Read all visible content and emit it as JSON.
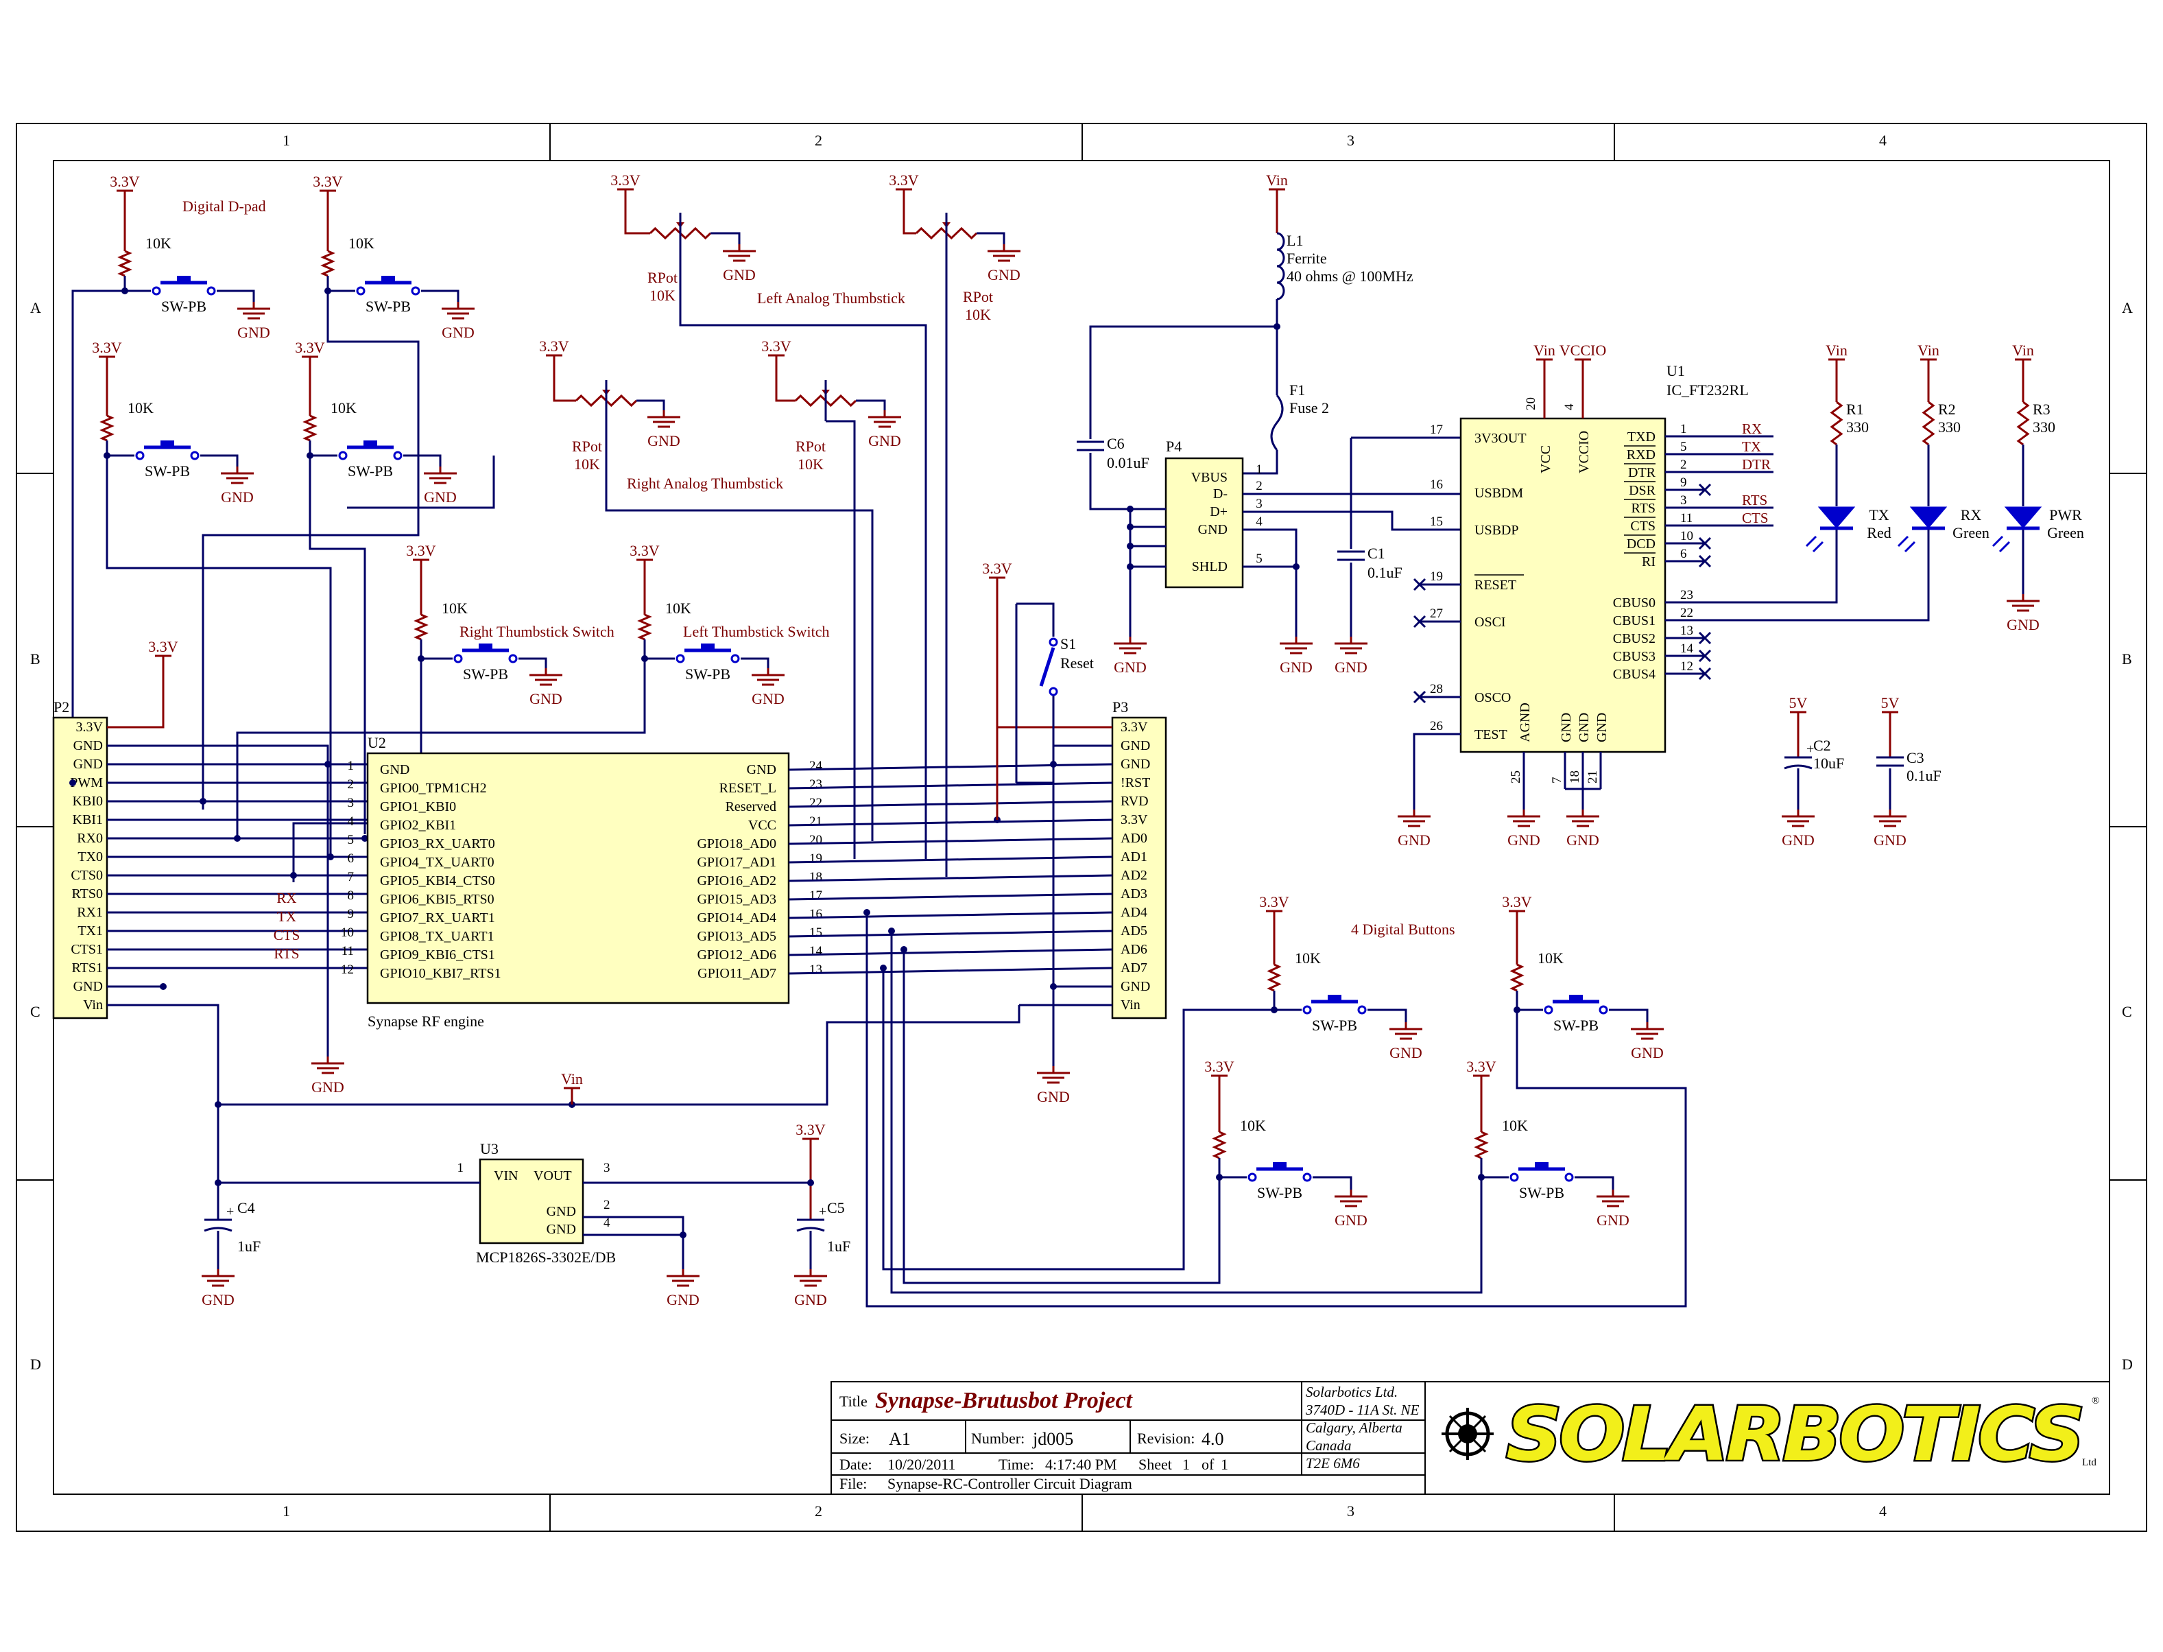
{
  "border": {
    "columns": [
      "1",
      "2",
      "3",
      "4"
    ],
    "rows": [
      "A",
      "B",
      "C",
      "D"
    ]
  },
  "sections": {
    "dpad": "Digital D-pad",
    "left_thumb": "Left Analog Thumbstick",
    "right_thumb": "Right Analog Thumbstick",
    "right_switch": "Right Thumbstick Switch",
    "left_switch": "Left Thumbstick Switch",
    "buttons": "4 Digital Buttons",
    "rf_engine": "Synapse RF engine"
  },
  "nets": {
    "v33": "3.3V",
    "gnd": "GND",
    "vin": "Vin",
    "vccio": "VCCIO",
    "v5": "5V"
  },
  "parts": {
    "pullup": "10K",
    "sw": "SW-PB",
    "rpot": "RPot",
    "rpot_val": "10K",
    "l1": "L1",
    "l1_type": "Ferrite",
    "l1_val": "40 ohms @ 100MHz",
    "f1": "F1",
    "f1_val": "Fuse 2",
    "c6": "C6",
    "c6_val": "0.01uF",
    "p4": "P4",
    "c1": "C1",
    "c1_val": "0.1uF",
    "s1": "S1",
    "s1_val": "Reset",
    "u1": "U1",
    "u1_val": "IC_FT232RL",
    "c2": "C2",
    "c2_val": "10uF",
    "c3": "C3",
    "c3_val": "0.1uF",
    "c4": "C4",
    "c4_val": "1uF",
    "c5": "C5",
    "c5_val": "1uF",
    "u3": "U3",
    "u3_val": "MCP1826S-3302E/DB",
    "u2": "U2",
    "p2": "P2",
    "p3": "P3",
    "r1": "R1",
    "r2": "R2",
    "r3": "R3",
    "r_val": "330",
    "led1_name": "TX",
    "led1_color": "Red",
    "led2_name": "RX",
    "led2_color": "Green",
    "led3_name": "PWR",
    "led3_color": "Green"
  },
  "usb": {
    "pins": [
      "VBUS",
      "D-",
      "D+",
      "GND",
      "SHLD"
    ],
    "nums": [
      "1",
      "2",
      "3",
      "4",
      "5"
    ]
  },
  "u3pins": {
    "vin": "VIN",
    "vout": "VOUT",
    "gnd1": "GND",
    "gnd2": "GND",
    "n1": "1",
    "n3": "3",
    "n2": "2",
    "n4": "4"
  },
  "p2pins": [
    "3.3V",
    "GND",
    "GND",
    "PWM",
    "KBI0",
    "KBI1",
    "RX0",
    "TX0",
    "CTS0",
    "RTS0",
    "RX1",
    "TX1",
    "CTS1",
    "RTS1",
    "GND",
    "Vin"
  ],
  "p3pins": [
    "3.3V",
    "GND",
    "GND",
    "!RST",
    "RVD",
    "3.3V",
    "AD0",
    "AD1",
    "AD2",
    "AD3",
    "AD4",
    "AD5",
    "AD6",
    "AD7",
    "GND",
    "Vin"
  ],
  "u2left": [
    "GND",
    "GPIO0_TPM1CH2",
    "GPIO1_KBI0",
    "GPIO2_KBI1",
    "GPIO3_RX_UART0",
    "GPIO4_TX_UART0",
    "GPIO5_KBI4_CTS0",
    "GPIO6_KBI5_RTS0",
    "GPIO7_RX_UART1",
    "GPIO8_TX_UART1",
    "GPIO9_KBI6_CTS1",
    "GPIO10_KBI7_RTS1"
  ],
  "u2leftnums": [
    "1",
    "2",
    "3",
    "4",
    "5",
    "6",
    "7",
    "8",
    "9",
    "10",
    "11",
    "12"
  ],
  "u2right": [
    "GND",
    "RESET_L",
    "Reserved",
    "VCC",
    "GPIO18_AD0",
    "GPIO17_AD1",
    "GPIO16_AD2",
    "GPIO15_AD3",
    "GPIO14_AD4",
    "GPIO13_AD5",
    "GPIO12_AD6",
    "GPIO11_AD7"
  ],
  "u2rightnums": [
    "24",
    "23",
    "22",
    "21",
    "20",
    "19",
    "18",
    "17",
    "16",
    "15",
    "14",
    "13"
  ],
  "u2sig": [
    "RX",
    "TX",
    "CTS",
    "RTS"
  ],
  "ft232": {
    "left": [
      "3V3OUT",
      "USBDM",
      "USBDP",
      "RESET",
      "OSCI",
      "OSCO",
      "TEST"
    ],
    "leftnums": [
      "17",
      "16",
      "15",
      "19",
      "27",
      "28",
      "26"
    ],
    "right": [
      "TXD",
      "RXD",
      "DTR",
      "DSR",
      "RTS",
      "CTS",
      "DCD",
      "RI",
      "CBUS0",
      "CBUS1",
      "CBUS2",
      "CBUS3",
      "CBUS4"
    ],
    "rightnums": [
      "1",
      "5",
      "2",
      "9",
      "3",
      "11",
      "10",
      "6",
      "23",
      "22",
      "13",
      "14",
      "12"
    ],
    "sig": [
      "RX",
      "TX",
      "DTR",
      "RTS",
      "CTS"
    ],
    "top": [
      "VCC",
      "VCCIO"
    ],
    "topnums": [
      "20",
      "4"
    ],
    "bottom": [
      "AGND",
      "GND",
      "GND",
      "GND"
    ],
    "bottomnums": [
      "25",
      "7",
      "18",
      "21"
    ]
  },
  "titleblock": {
    "title_label": "Title",
    "title": "Synapse-Brutusbot Project",
    "size_label": "Size:",
    "size": "A1",
    "number_label": "Number:",
    "number": "jd005",
    "revision_label": "Revision:",
    "revision": "4.0",
    "date_label": "Date:",
    "date": "10/20/2011",
    "time_label": "Time:",
    "time": "4:17:40 PM",
    "sheet_label": "Sheet",
    "sheet": "1",
    "of_label": "of",
    "of": "1",
    "file_label": "File:",
    "file": "Synapse-RC-Controller Circuit Diagram",
    "company": [
      "Solarbotics Ltd.",
      "3740D - 11A St. NE",
      "Calgary, Alberta",
      "Canada",
      "T2E 6M6"
    ],
    "logo": "SOLARBOTICS",
    "logo_ltd": "Ltd",
    "logo_reg": "®"
  }
}
